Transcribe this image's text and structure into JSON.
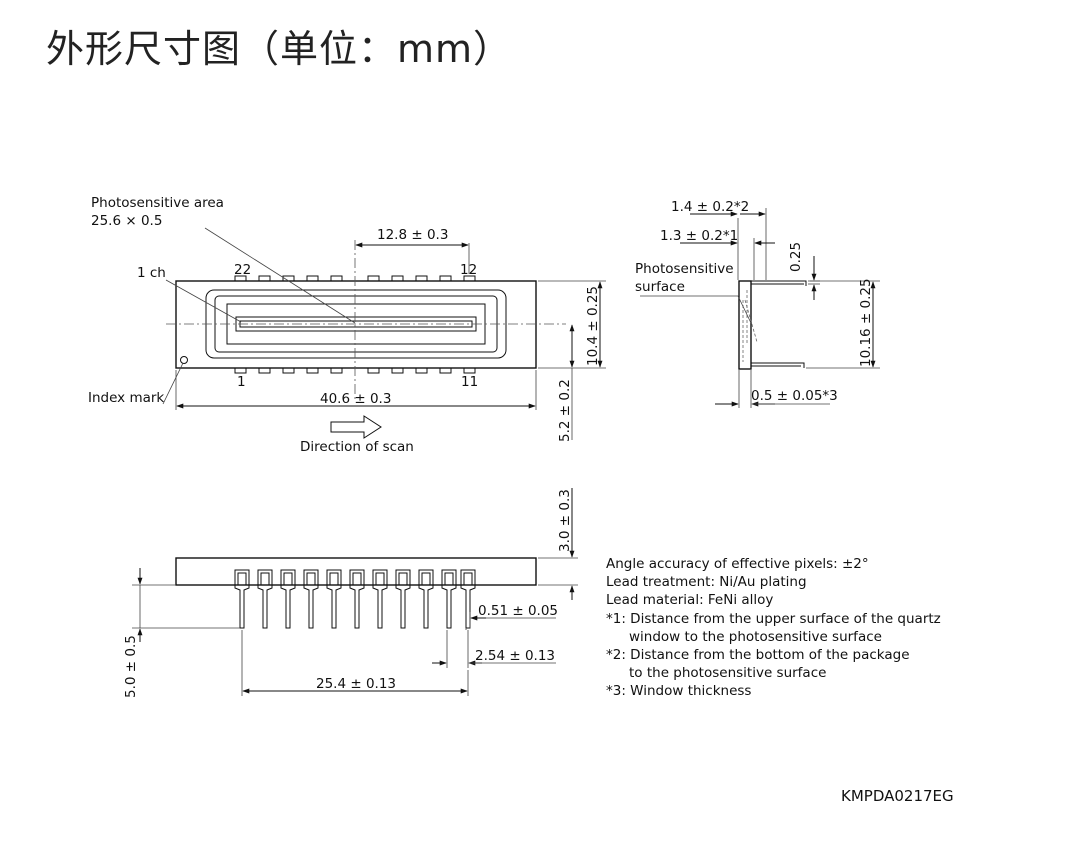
{
  "title": "外形尺寸图（单位：mm）",
  "figure_code": "KMPDA0217EG",
  "labels": {
    "photosensitive_area": "Photosensitive area",
    "photosensitive_area_size": "25.6 × 0.5",
    "ch1": "1 ch",
    "pin22": "22",
    "pin12": "12",
    "pin1": "1",
    "pin11": "11",
    "index_mark": "Index mark",
    "direction_of_scan": "Direction of scan",
    "photosensitive_surface_1": "Photosensitive",
    "photosensitive_surface_2": "surface"
  },
  "dimensions": {
    "d_12_8": "12.8 ± 0.3",
    "d_40_6": "40.6 ± 0.3",
    "d_10_4": "10.4 ± 0.25",
    "d_5_2": "5.2 ± 0.2",
    "d_1_4": "1.4 ± 0.2*2",
    "d_1_3": "1.3 ± 0.2*1",
    "d_0_25": "0.25",
    "d_10_16": "10.16 ± 0.25",
    "d_0_5": "0.5 ± 0.05*3",
    "d_3_0": "3.0 ± 0.3",
    "d_5_0": "5.0 ± 0.5",
    "d_0_51": "0.51 ± 0.05",
    "d_2_54": "2.54 ± 0.13",
    "d_25_4": "25.4 ± 0.13"
  },
  "notes": {
    "line1": "Angle accuracy of effective pixels: ±2°",
    "line2": "Lead treatment: Ni/Au plating",
    "line3": "Lead material: FeNi alloy",
    "line4": "*1: Distance from the upper surface of the quartz",
    "line5": "window to the photosensitive surface",
    "line6": "*2: Distance from the bottom of the package",
    "line7": "to the photosensitive surface",
    "line8": "*3: Window thickness"
  }
}
